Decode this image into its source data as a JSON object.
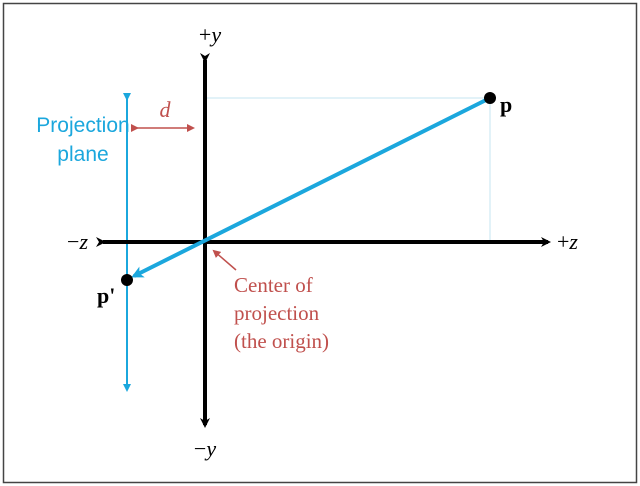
{
  "labels": {
    "plus_y": "+y",
    "minus_y": "−y",
    "plus_z": "+z",
    "minus_z": "−z",
    "distance": "d",
    "point": "p",
    "projected_point": "p'",
    "plane_line1": "Projection",
    "plane_line2": "plane",
    "center_line1": "Center of",
    "center_line2": "projection",
    "center_line3": "(the origin)"
  },
  "colors": {
    "axis": "#000000",
    "projection": "#1ba7dd",
    "guide": "#c6e6f2",
    "annotation": "#c0504d",
    "frame": "#444444"
  }
}
